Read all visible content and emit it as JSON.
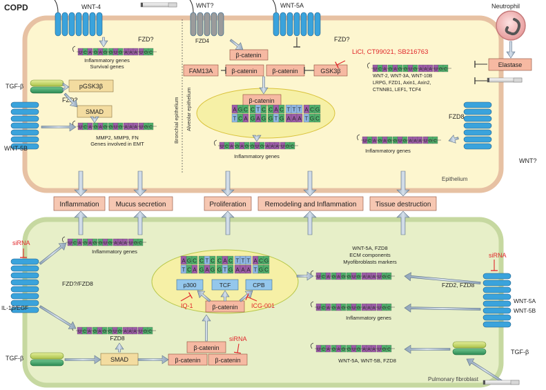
{
  "title": "COPD",
  "colors": {
    "epithelium_fill": "#fdf6cf",
    "epithelium_border": "#e7c1a3",
    "fibroblast_fill": "#e7efc8",
    "fibroblast_border": "#c6d8a0",
    "receptor": "#3aa3dc",
    "receptor_gray": "#9b9b9b",
    "box_salmon": "#f6b9a2",
    "box_tan": "#f3dca0",
    "box_blue": "#94c7ec",
    "inhibitor_red": "#e0262a",
    "nucleus_fill": "#f6f0a6",
    "outcome_box": "#f6c7b2",
    "nt": [
      "#8fb8e6",
      "#9d5ca8",
      "#f2e93b",
      "#4fb26b"
    ]
  },
  "epithelium": {
    "label": "Epithelium",
    "receptors": {
      "wnt4": "WNT-4",
      "wnt_q": "WNT?",
      "wnt5a": "WNT-5A",
      "fzd_q1": "FZD?",
      "fzd4": "FZD4",
      "fzd_q2": "FZD?",
      "fzd_q3": "FZD?",
      "wnt5b": "WNT-5B",
      "fzd8": "FZD8",
      "wnt_q2": "WNT?"
    },
    "bronchial_label": "Bronchial epithelium",
    "alveolar_label": "Alveolar epithelium",
    "inflammatory_survival": [
      "Inflammatory genes",
      "Survival genes"
    ],
    "tgfb": "TGF-β",
    "pgsk3b": "pGSK3β",
    "smad": "SMAD",
    "emt_genes": [
      "MMP2, MMP9, FN",
      "Genes involved in EMT"
    ],
    "beta_catenin": "β-catenin",
    "fam13a": "FAM13A",
    "gsk3b": "GSK3β",
    "inhibitors": "LiCl, CT99021, SB216763",
    "alveolar_genes": "Inflammatory genes",
    "wnt_genes": [
      "WNT-2, WNT-3A, WNT-10B",
      "LRPG, FZD1, Axin1, Axin2,",
      "CTNNB1, LEF1, TCF4"
    ],
    "fzd8_genes": "Inflammatory genes",
    "dna_top": [
      "AGC",
      "CTC",
      "CAC",
      "TTT",
      "ACG"
    ],
    "dna_bottom": [
      "TCA",
      "GAG",
      "GTG",
      "AAA",
      "TGC"
    ],
    "mrna": [
      "UCA",
      "GAG",
      "GUG",
      "AAA",
      "UGC"
    ]
  },
  "neutrophil": {
    "label": "Neutrophil",
    "elastase": "Elastase"
  },
  "outcomes": [
    "Inflammation",
    "Mucus secretion",
    "Proliferation",
    "Remodeling and Inflammation",
    "Tissue destruction"
  ],
  "fibroblast": {
    "label": "Pulmonary fibroblast",
    "sirna": "siRNA",
    "fzd_left": "FZD?/FZD8",
    "il1b": "IL-1β/EGF",
    "inflammatory_genes": "Inflammatory genes",
    "fzd8": "FZD8",
    "tgfb": "TGF-β",
    "smad": "SMAD",
    "beta_catenin": "β-catenin",
    "p300": "p300",
    "tcf": "TCF",
    "cpb": "CPB",
    "iq1": "IQ-1",
    "icg001": "ICG-001",
    "right_genes": [
      "WNT-5A, FZD8",
      "ECM components",
      "Myofibroblasts markers"
    ],
    "mid_right_genes": "Inflammatory genes",
    "bottom_genes": "WNT-5A, WNT-5B, FZD8",
    "fzd2_fzd8": "FZD2, FZD8",
    "wnt5a": "WNT-5A",
    "wnt5b": "WNT-5B",
    "tgfb_right": "TGF-β"
  }
}
